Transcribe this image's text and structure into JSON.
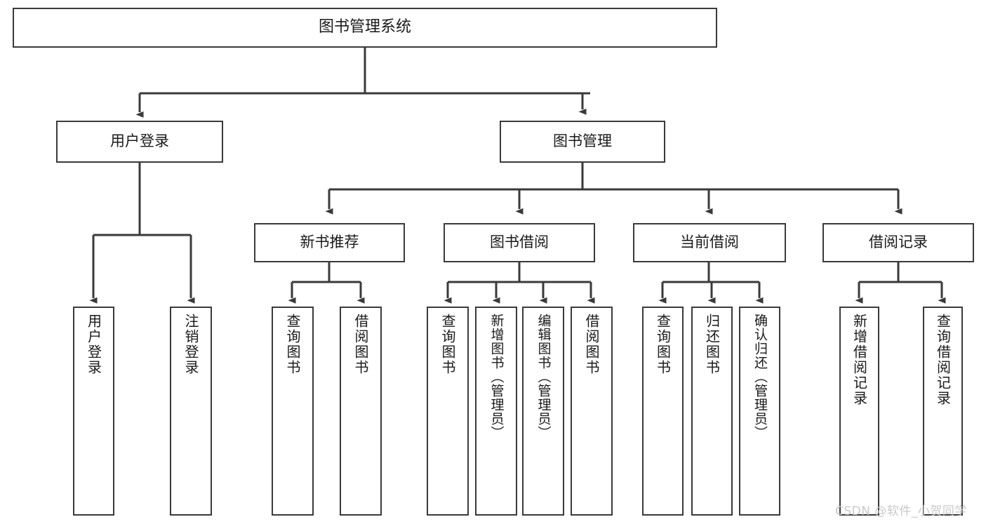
{
  "diagram": {
    "type": "tree-hierarchy-chart",
    "title": "图书管理系统",
    "line_color": "#3a3a3a",
    "box_fill": "#ffffff",
    "text_color": "#1a1a1a",
    "watermark_color": "#c9c9c9"
  },
  "nodes": {
    "root": {
      "label": "图书管理系统"
    },
    "level1": [
      {
        "id": "user-login",
        "label": "用户登录"
      },
      {
        "id": "book-manage",
        "label": "图书管理"
      }
    ],
    "level2": [
      {
        "id": "new-book-recommend",
        "label": "新书推荐"
      },
      {
        "id": "book-borrow",
        "label": "图书借阅"
      },
      {
        "id": "current-borrow",
        "label": "当前借阅"
      },
      {
        "id": "borrow-record",
        "label": "借阅记录"
      }
    ],
    "leaves": {
      "user_login": [
        {
          "id": "leaf-user-login",
          "label": "用户登录"
        },
        {
          "id": "leaf-logout-login",
          "label": "注销登录"
        }
      ],
      "new_book_recommend": [
        {
          "id": "leaf-query-book-1",
          "label": "查询图书"
        },
        {
          "id": "leaf-borrow-book-1",
          "label": "借阅图书"
        }
      ],
      "book_borrow": [
        {
          "id": "leaf-query-book-2",
          "label": "查询图书"
        },
        {
          "id": "leaf-add-book",
          "label": "新增图书（管理员）"
        },
        {
          "id": "leaf-edit-book",
          "label": "编辑图书（管理员）"
        },
        {
          "id": "leaf-borrow-book-2",
          "label": "借阅图书"
        }
      ],
      "current_borrow": [
        {
          "id": "leaf-query-book-3",
          "label": "查询图书"
        },
        {
          "id": "leaf-return-book",
          "label": "归还图书"
        },
        {
          "id": "leaf-confirm-return",
          "label": "确认归还（管理员）"
        }
      ],
      "borrow_record": [
        {
          "id": "leaf-add-record",
          "label": "新增借阅记录"
        },
        {
          "id": "leaf-query-record",
          "label": "查询借阅记录"
        }
      ]
    }
  },
  "watermark": {
    "text": "CSDN @软件_小贺同学"
  }
}
